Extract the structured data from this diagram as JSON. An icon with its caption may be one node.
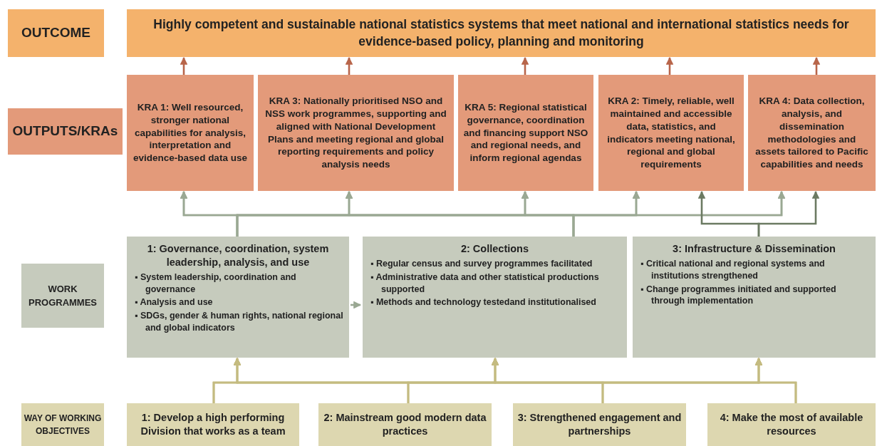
{
  "diagram": {
    "nodes": [
      {
        "text": [
          "OUTCOME"
        ]
      },
      {
        "text": [
          "Highly competent and sustainable national statistics systems that meet national and international statistics needs for evidence-based policy, planning and monitoring"
        ]
      },
      {
        "text": [
          "OUTPUTS/KRAs"
        ]
      },
      {
        "text": [
          "KRA 1: Well resourced, stronger national capabilities for analysis, interpretation and evidence-based data use"
        ]
      },
      {
        "text": [
          "KRA 3: Nationally prioritised NSO and NSS work programmes, supporting and aligned with National Development Plans and meeting regional and global reporting requirements and policy analysis needs"
        ]
      },
      {
        "text": [
          "KRA 5: Regional statistical governance, coordination and financing support NSO and regional needs, and inform regional agendas"
        ]
      },
      {
        "text": [
          "KRA 2: Timely, reliable, well maintained and accessible data, statistics, and indicators meeting national, regional and global requirements"
        ]
      },
      {
        "text": [
          "KRA 4: Data collection, analysis, and dissemination methodologies and assets tailored to Pacific capabilities and needs"
        ]
      },
      {
        "text": [
          "WORK PROGRAMMES"
        ]
      },
      {
        "text": [
          "1: Governance, coordination, system leadership, analysis, and use",
          "▪ System leadership, coordination and governance",
          "▪ Analysis and use",
          "▪ SDGs, gender & human rights, national regional and global indicators"
        ]
      },
      {
        "text": [
          "2: Collections",
          "▪ Regular census and survey programmes facilitated",
          "▪ Administrative data and other statistical productions supported",
          "▪ Methods and technology testedand institutionalised"
        ]
      },
      {
        "text": [
          "3: Infrastructure & Dissemination",
          "▪ Critical national and regional systems and institutions strengthened",
          "▪ Change programmes initiated and supported through implementation"
        ]
      },
      {
        "text": [
          "WAY OF WORKING OBJECTIVES"
        ]
      },
      {
        "text": [
          "1: Develop a high performing Division that works as a team"
        ]
      },
      {
        "text": [
          "2: Mainstream good modern data practices"
        ]
      },
      {
        "text": [
          "3: Strengthened engagement and partnerships"
        ]
      },
      {
        "text": [
          "4: Make the most of available resources"
        ]
      }
    ],
    "edges": [
      {
        "from": 3,
        "to": 1,
        "arrow": "to",
        "color": "#b8654a"
      },
      {
        "from": 4,
        "to": 1,
        "arrow": "to",
        "color": "#b8654a"
      },
      {
        "from": 5,
        "to": 1,
        "arrow": "to",
        "color": "#b8654a"
      },
      {
        "from": 6,
        "to": 1,
        "arrow": "to",
        "color": "#b8654a"
      },
      {
        "from": 7,
        "to": 1,
        "arrow": "to",
        "color": "#b8654a"
      },
      {
        "from": 9,
        "to": 3,
        "arrow": "to",
        "color": "#9aa893"
      },
      {
        "from": 9,
        "to": 4,
        "arrow": "to",
        "color": "#9aa893"
      },
      {
        "from": 9,
        "to": 5,
        "arrow": "to",
        "color": "#9aa893"
      },
      {
        "from": 9,
        "to": 6,
        "arrow": "to",
        "color": "#9aa893"
      },
      {
        "from": 9,
        "to": 7,
        "arrow": "to",
        "color": "#9aa893"
      },
      {
        "from": 10,
        "to": 3,
        "arrow": "to",
        "color": "#9aa893"
      },
      {
        "from": 10,
        "to": 4,
        "arrow": "to",
        "color": "#9aa893"
      },
      {
        "from": 10,
        "to": 5,
        "arrow": "to",
        "color": "#9aa893"
      },
      {
        "from": 10,
        "to": 6,
        "arrow": "to",
        "color": "#9aa893"
      },
      {
        "from": 10,
        "to": 7,
        "arrow": "to",
        "color": "#9aa893"
      },
      {
        "from": 11,
        "to": 6,
        "arrow": "to",
        "color": "#6b7a62"
      },
      {
        "from": 11,
        "to": 7,
        "arrow": "to",
        "color": "#6b7a62"
      },
      {
        "from": 9,
        "to": 10,
        "arrow": "to",
        "color": "#9aa893"
      },
      {
        "from": 13,
        "to": 9,
        "arrow": "to"
      },
      {
        "from": 13,
        "to": 10,
        "arrow": "to"
      },
      {
        "from": 13,
        "to": 11,
        "arrow": "to"
      },
      {
        "from": 14,
        "to": 9,
        "arrow": "to"
      },
      {
        "from": 14,
        "to": 10,
        "arrow": "to"
      },
      {
        "from": 14,
        "to": 11,
        "arrow": "to"
      },
      {
        "from": 15,
        "to": 9,
        "arrow": "to"
      },
      {
        "from": 15,
        "to": 10,
        "arrow": "to"
      },
      {
        "from": 15,
        "to": 11,
        "arrow": "to"
      },
      {
        "from": 16,
        "to": 9,
        "arrow": "to"
      },
      {
        "from": 16,
        "to": 10,
        "arrow": "to"
      },
      {
        "from": 16,
        "to": 11,
        "arrow": "to"
      }
    ]
  }
}
